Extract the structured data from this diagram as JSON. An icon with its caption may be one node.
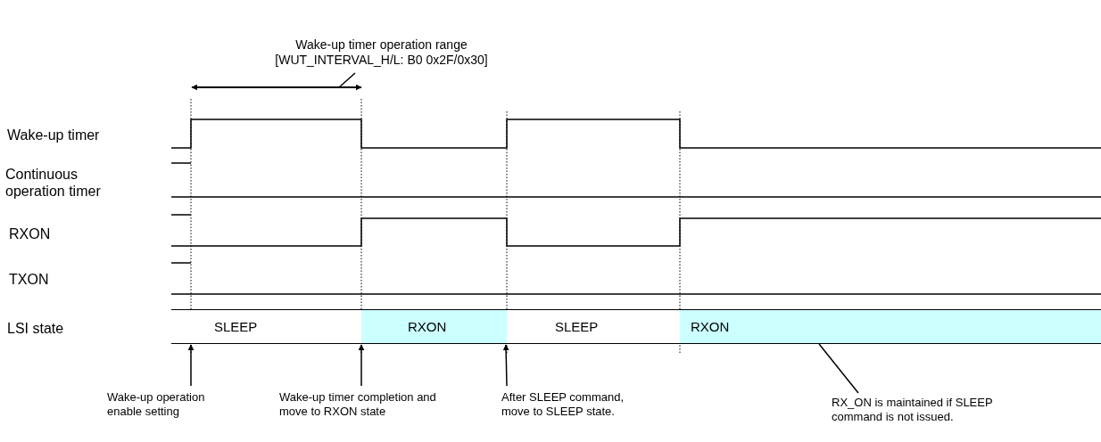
{
  "diagram": {
    "nodes": [
      {
        "text": [
          "Wake-up timer operation range",
          "[WUT_INTERVAL_H/L: B0 0x2F/0x30]"
        ]
      },
      {
        "text": [
          "SLEEP"
        ]
      },
      {
        "text": [
          "RXON"
        ]
      },
      {
        "text": [
          "SLEEP"
        ]
      },
      {
        "text": [
          "RXON"
        ]
      },
      {
        "text": [
          "Wake-up operation enable setting"
        ]
      },
      {
        "text": [
          "Wake-up timer completion and move to RXON state"
        ]
      },
      {
        "text": [
          "After SLEEP command, move to SLEEP state."
        ]
      },
      {
        "text": [
          "RX_ON is maintained if SLEEP command is not issued."
        ]
      },
      {
        "text": [],
        "shape": "line"
      }
    ],
    "edges": [
      {
        "from": 0,
        "to": 9,
        "arrow": "none"
      },
      {
        "from": 5,
        "to": 1,
        "arrow": "to"
      },
      {
        "from": 6,
        "to": 2,
        "arrow": "to"
      },
      {
        "from": 7,
        "to": 2,
        "arrow": "to"
      },
      {
        "from": 8,
        "to": 4,
        "arrow": "none"
      }
    ],
    "labels": [
      "Wake-up timer",
      "Continuous operation timer",
      "RXON",
      "TXON",
      "LSI state"
    ]
  }
}
